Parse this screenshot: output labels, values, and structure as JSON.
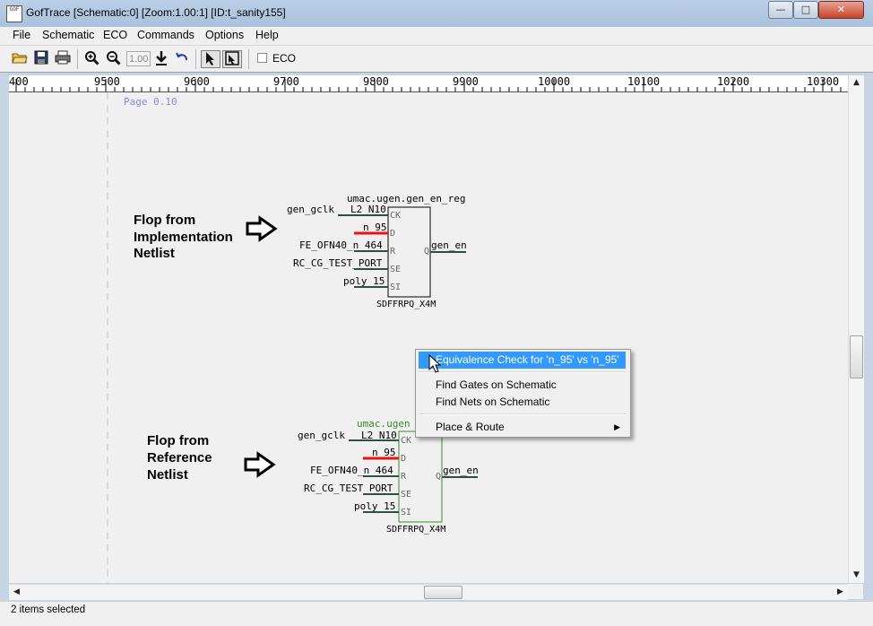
{
  "window": {
    "title": "GofTrace [Schematic:0] [Zoom:1.00:1] [ID:t_sanity155]",
    "icon_text": "GOF",
    "minimize_icon": "minimize-icon",
    "maximize_icon": "maximize-icon",
    "close_icon": "close-icon"
  },
  "menu": [
    "File",
    "Schematic",
    "ECO",
    "Commands",
    "Options",
    "Help"
  ],
  "toolbar": {
    "zoom_value": "1.00",
    "eco_label": "ECO",
    "eco_checked": false,
    "icons": [
      "open-folder-icon",
      "save-icon",
      "print-icon",
      "zoom-in-icon",
      "zoom-out-icon",
      "download-icon",
      "undo-icon",
      "select-arrow-icon",
      "select-region-icon"
    ]
  },
  "ruler": {
    "labels": [
      "400",
      "9500",
      "9600",
      "9700",
      "9800",
      "9900",
      "10000",
      "10100",
      "10200",
      "10300"
    ]
  },
  "schematic": {
    "page_label": "Page 0.10",
    "annotations": [
      {
        "lines": [
          "Flop from",
          "Implementation",
          "Netlist"
        ]
      },
      {
        "lines": [
          "Flop from",
          "Reference",
          "Netlist"
        ]
      }
    ],
    "flops": [
      {
        "instance": "umac.ugen.gen_en_reg",
        "cell": "SDFFRPQ_X4M",
        "clock_net": "gen_gclk",
        "clock_buffer": "L2_N10",
        "d_net": "n_95",
        "r_net": "FE_OFN40_n_464",
        "se_net": "RC_CG_TEST_PORT",
        "si_net": "poly_15",
        "q_net": "gen_en",
        "pins": [
          "CK",
          "D",
          "R",
          "SE",
          "SI",
          "Q"
        ]
      },
      {
        "instance": "umac.ugen",
        "cell": "SDFFRPQ_X4M",
        "clock_net": "gen_gclk",
        "clock_buffer": "L2_N10",
        "d_net": "n_95",
        "r_net": "FE_OFN40_n_464",
        "se_net": "RC_CG_TEST_PORT",
        "si_net": "poly_15",
        "q_net": "gen_en",
        "pins": [
          "CK",
          "D",
          "R",
          "SE",
          "SI",
          "Q"
        ]
      }
    ],
    "colors": {
      "wire": "#2f4f3f",
      "highlight": "#ee1111",
      "selected": "#3a8a2a",
      "page_label": "#8a8ae0"
    }
  },
  "context_menu": {
    "items": [
      {
        "label": "Equivalence Check for 'n_95' vs 'n_95'",
        "highlighted": true
      },
      {
        "label": "Find Gates on Schematic"
      },
      {
        "label": "Find Nets on Schematic"
      },
      {
        "label": "Place & Route",
        "submenu": true
      }
    ]
  },
  "status": {
    "text": "2 items selected"
  }
}
